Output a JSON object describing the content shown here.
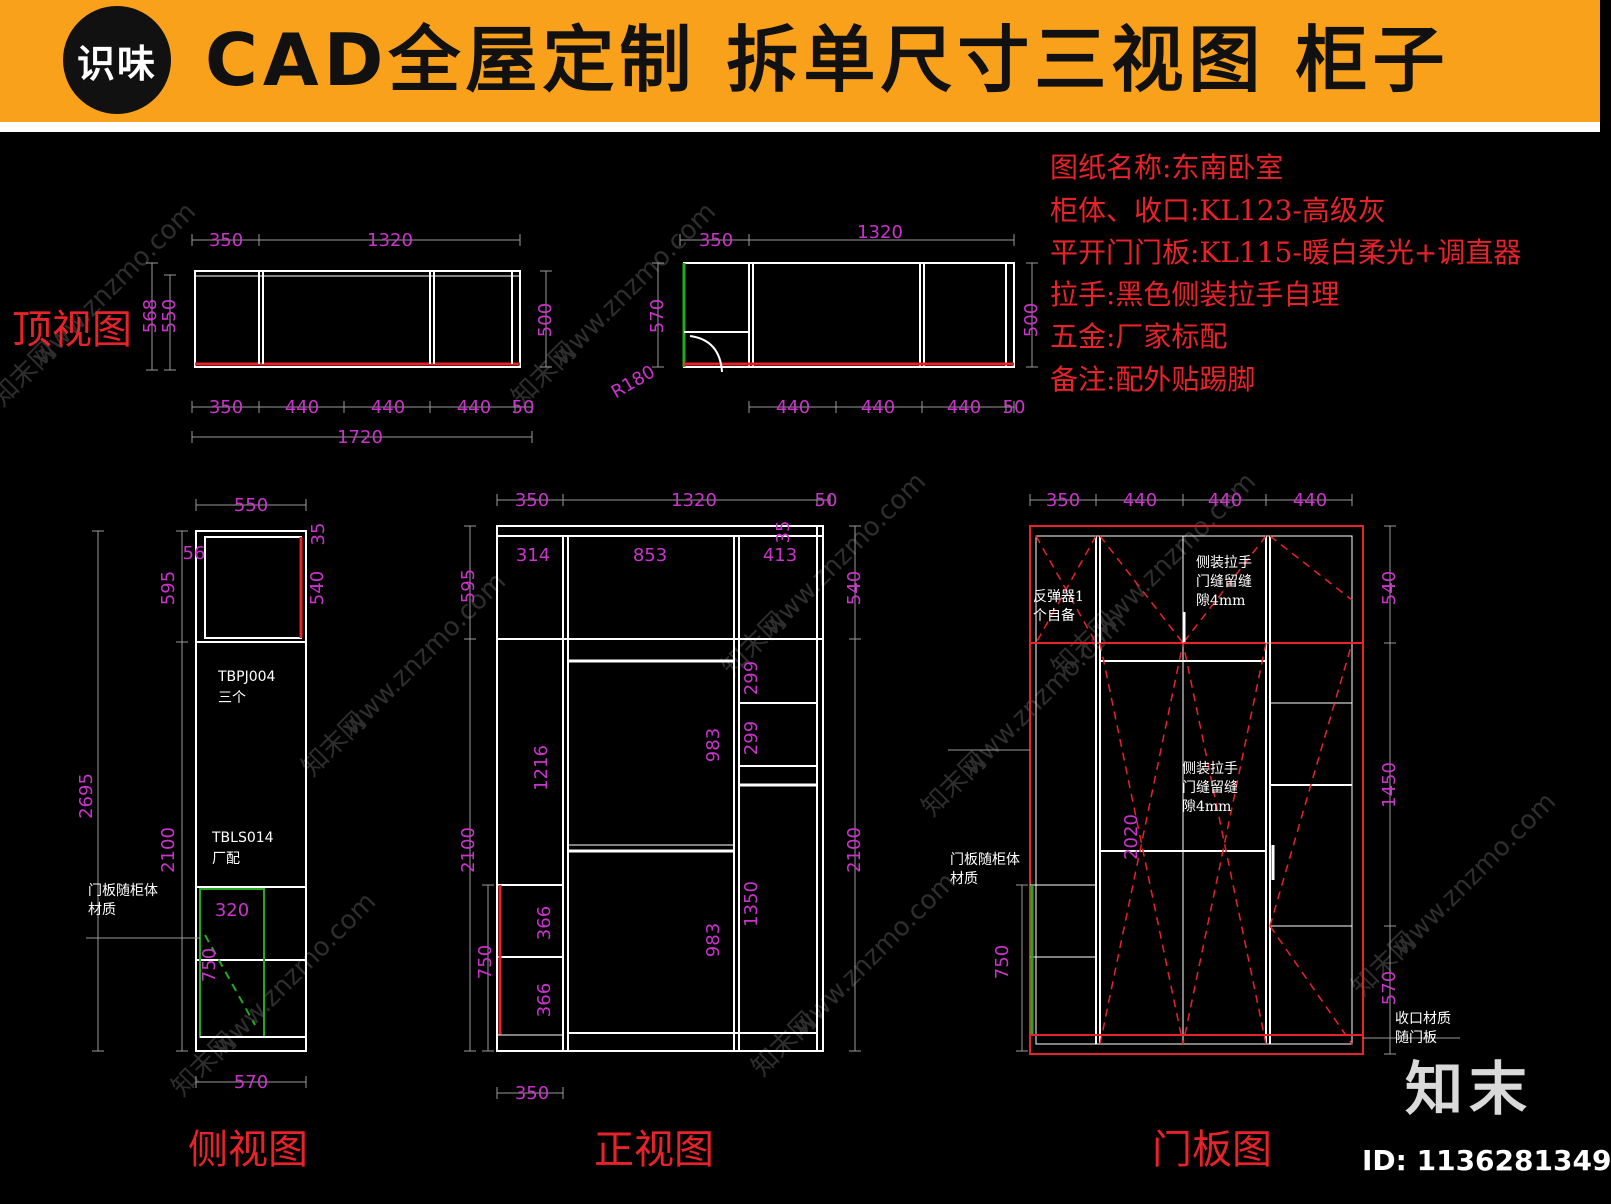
{
  "banner": {
    "logo_text": "识味",
    "title": "CAD全屋定制 拆单尺寸三视图 柜子"
  },
  "spec_lines": [
    "图纸名称:东南卧室",
    "柜体、收口:KL123-高级灰",
    "平开门门板:KL115-暖白柔光+调直器",
    "拉手:黑色侧装拉手自理",
    "五金:厂家标配",
    "备注:配外贴踢脚"
  ],
  "view_labels": {
    "top": "顶视图",
    "side": "侧视图",
    "front": "正视图",
    "door": "门板图"
  },
  "notes": {
    "side_part1_code": "TBPJ004",
    "side_part1_qty": "三个",
    "side_part2_code": "TBLS014",
    "side_part2_qty": "厂配",
    "side_door_material": "门板随柜体材质",
    "door_material": "门板随柜体材质",
    "door_rebound": "反弹器1个自备",
    "handle_note": "侧装拉手门缝留缝隙4mm",
    "handle_note2": "侧装拉手门缝留缝隙4mm",
    "trim_note": "收口材质随门板"
  },
  "dims": {
    "top_left": {
      "top": [
        "350",
        "1320"
      ],
      "left": [
        "568",
        "550"
      ],
      "right": "500",
      "bottom": [
        "350",
        "440",
        "440",
        "440",
        "50"
      ],
      "total": "1720"
    },
    "top_right": {
      "top": [
        "350",
        "1320"
      ],
      "left": "570",
      "radius": "R180",
      "right": "500",
      "bottom": [
        "440",
        "440",
        "440",
        "50"
      ]
    },
    "side": {
      "top": "550",
      "top_right": "35",
      "inner": "56",
      "inner_height": "540",
      "left": [
        "595",
        "2100"
      ],
      "total": "2695",
      "lower_width": "320",
      "lower_height": "750",
      "bottom": "570"
    },
    "front": {
      "top": [
        "350",
        "1320",
        "50"
      ],
      "inner_top": [
        "314",
        "853",
        "413"
      ],
      "small": "35",
      "left": [
        "595",
        "2100",
        "750"
      ],
      "right": [
        "540",
        "2100"
      ],
      "middle": [
        "1216",
        "983",
        "983",
        "1350"
      ],
      "shelves": [
        "299",
        "299"
      ],
      "drawers": [
        "366",
        "366"
      ],
      "bottom": "350"
    },
    "door": {
      "top": [
        "350",
        "440",
        "440",
        "440"
      ],
      "right": [
        "540",
        "1450",
        "570"
      ],
      "left": [
        "2020",
        "750"
      ]
    }
  },
  "watermark": {
    "site": "www.znzmo.com",
    "site_cn": "知末网",
    "brand": "知末",
    "id_text": "ID: 1136281349"
  },
  "colors": {
    "banner": "#f9a11b",
    "background": "#000000",
    "outline": "#ffffff",
    "dimension": "#cc33cc",
    "red": "#e8222a",
    "green": "#22aa22"
  }
}
